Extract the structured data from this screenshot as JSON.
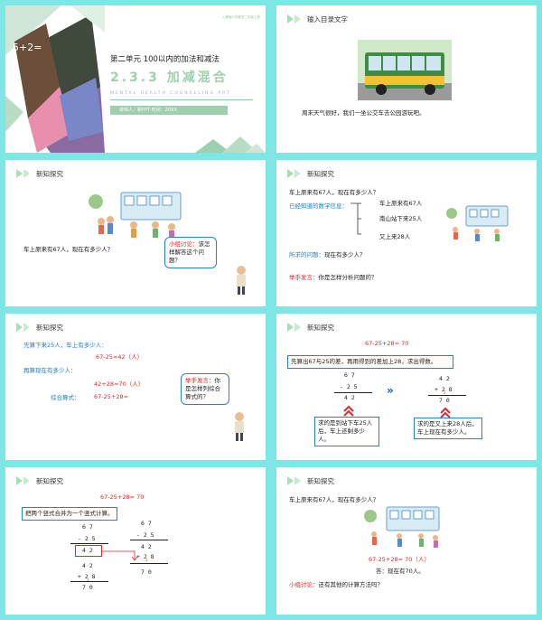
{
  "slide1": {
    "corner_text": "5+2=",
    "top_right_small": "人教版小学数学二年级上册",
    "unit_title": "第二单元 100以内的加法和减法",
    "lesson_title": "2.3.3 加减混合",
    "subtitle": "MENTAL HEALTH COUNSELING PPT",
    "presenter": "讲师人：新PPT 时间：20XX"
  },
  "slide2": {
    "header": "输入目录文字",
    "bus_caption": "周末天气很好，我们一坐公交车去公园游玩吧。"
  },
  "slide3": {
    "header": "新知探究",
    "question": "车上原来有67人，现在有多少人？",
    "bubble_label": "小组讨论：",
    "bubble_text": "该怎样解答这个问题？"
  },
  "slide4": {
    "header": "新知探究",
    "question": "车上原来有67人，现在有多少人？",
    "known_label": "已经知道的数学信息：",
    "info": [
      "车上原来有67人",
      "南山站下来25人",
      "又上来28人"
    ],
    "asked_label": "所求的问题：",
    "asked_text": "现在有多少人？",
    "speak_label": "举手发言：",
    "speak_text": "你是怎样分析问题的？"
  },
  "slide5": {
    "header": "新知探究",
    "step1": "先算下来25人，车上有多少人：",
    "eq1": "67-25=42（人）",
    "step2": "再算现在有多少人：",
    "eq2": "42+28=70（人）",
    "combo_label": "综合算式：",
    "combo_eq": "67-25+28=",
    "bubble_label": "举手发言：",
    "bubble_text": "你是怎样列综合算式的？"
  },
  "slide6": {
    "header": "新知探究",
    "top_eq": "67-25+28= 70",
    "instruction": "先算出67与25的差，再用得到的差加上28，求出得数。",
    "left_calc": [
      "6 7",
      "- 2 5",
      "4 2"
    ],
    "right_calc": [
      "4 2",
      "+ 2 8",
      "7 0"
    ],
    "right_carry": "1",
    "left_box": "求的是到站下车25人后，车上还剩多少人。",
    "right_box": "求的是又上来28人后，车上现在有多少人。"
  },
  "slide7": {
    "header": "新知探究",
    "top_eq": "67-25+28= 70",
    "instruction": "把两个竖式合并为一个竖式计算。",
    "left_calc": [
      "6 7",
      "- 2 5",
      "4 2",
      "4 2",
      "+ 2 8",
      "7 0"
    ],
    "right_calc": [
      "6 7",
      "- 2 5",
      "4 2",
      "+ 2 8",
      "7 0"
    ],
    "carry": "1"
  },
  "slide8": {
    "header": "新知探究",
    "question": "车上原来有67人，现在有多少人？",
    "equation": "67-25+28= 70（人）",
    "answer": "答：现在有70人。",
    "discuss_label": "小组讨论：",
    "discuss_text": "还有其他的计算方法吗？"
  },
  "colors": {
    "frame": "#7fe6e6",
    "accent_green": "#8fc9a0",
    "red": "#e0262b",
    "blue": "#1b7fcf"
  }
}
